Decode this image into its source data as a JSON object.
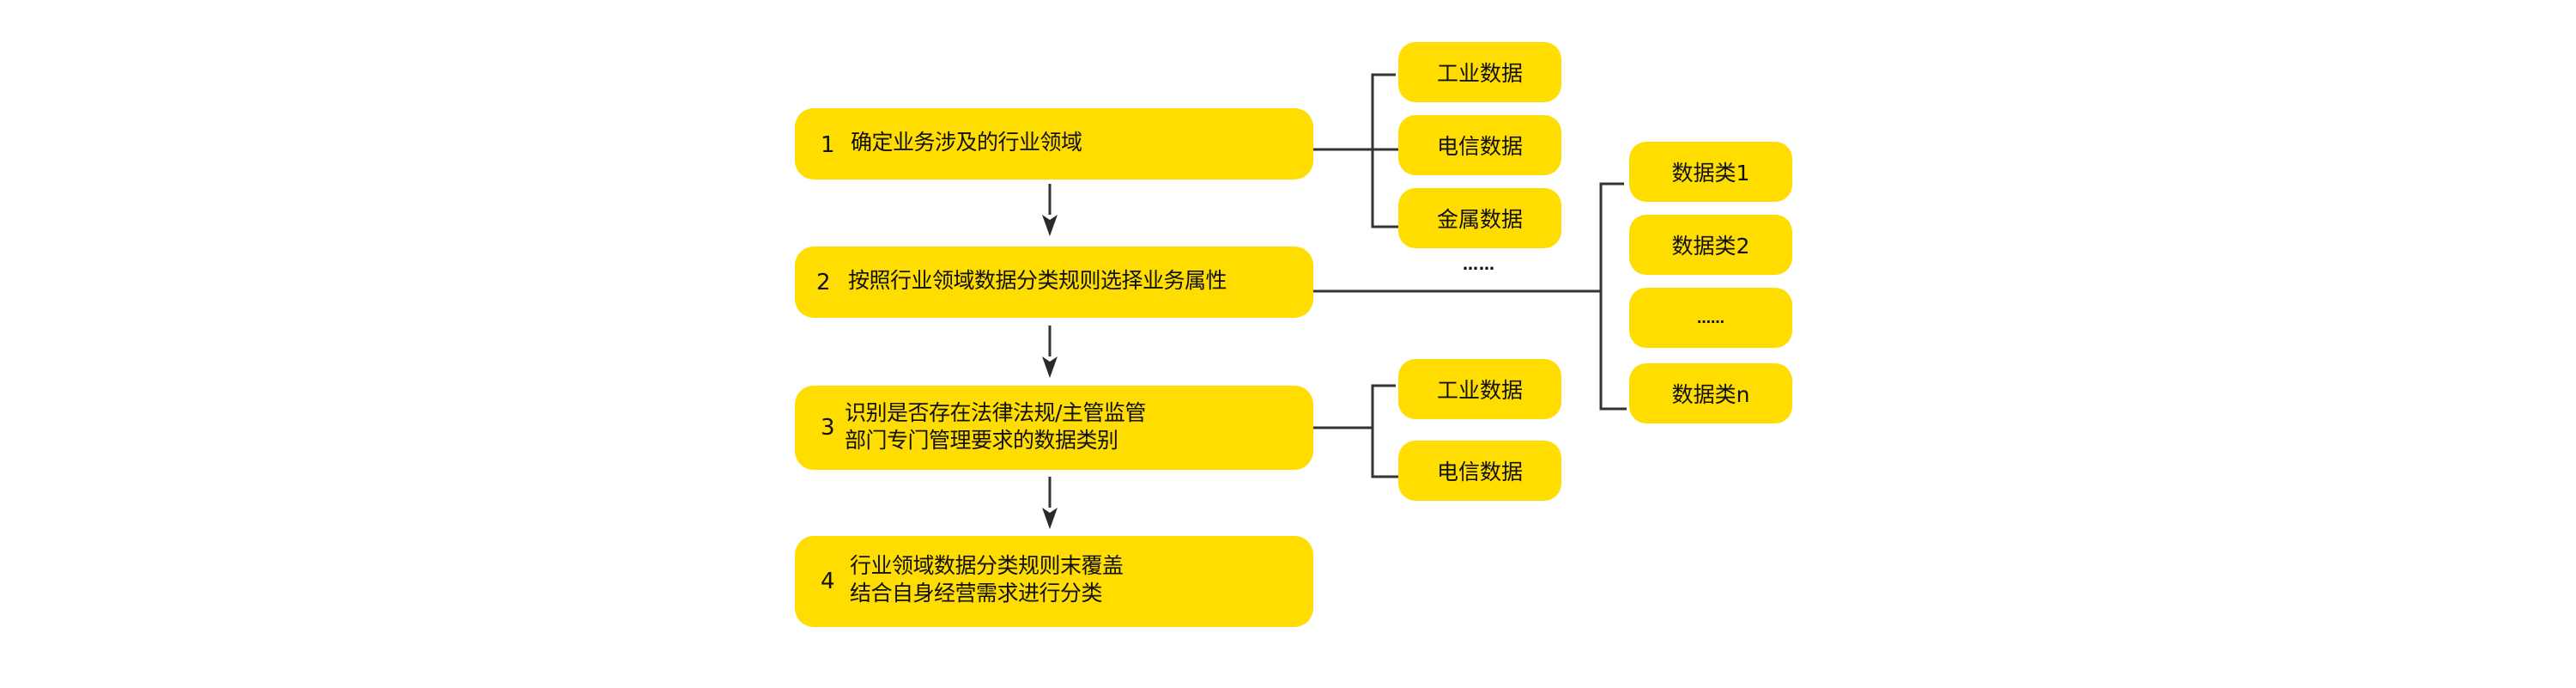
{
  "steps": [
    {
      "number": "1",
      "lines": [
        "确定业务涉及的行业领域"
      ]
    },
    {
      "number": "2",
      "lines": [
        "按照行业领域数据分类规则选择业务属性"
      ]
    },
    {
      "number": "3",
      "lines": [
        "识别是否存在法律法规/主管监管",
        "部门专门管理要求的数据类别"
      ]
    },
    {
      "number": "4",
      "lines": [
        "行业领域数据分类规则末覆盖",
        "结合自身经营需求进行分类"
      ]
    }
  ],
  "step1_branches": [
    "工业数据",
    "电信数据",
    "金属数据"
  ],
  "step1_more": "……",
  "step2_branches": [
    "数据类1",
    "数据类2",
    "……",
    "数据类n"
  ],
  "step3_branches": [
    "工业数据",
    "电信数据"
  ],
  "colors": {
    "box_fill": "#FFDD00",
    "connector": "#333333",
    "text": "#111111"
  }
}
